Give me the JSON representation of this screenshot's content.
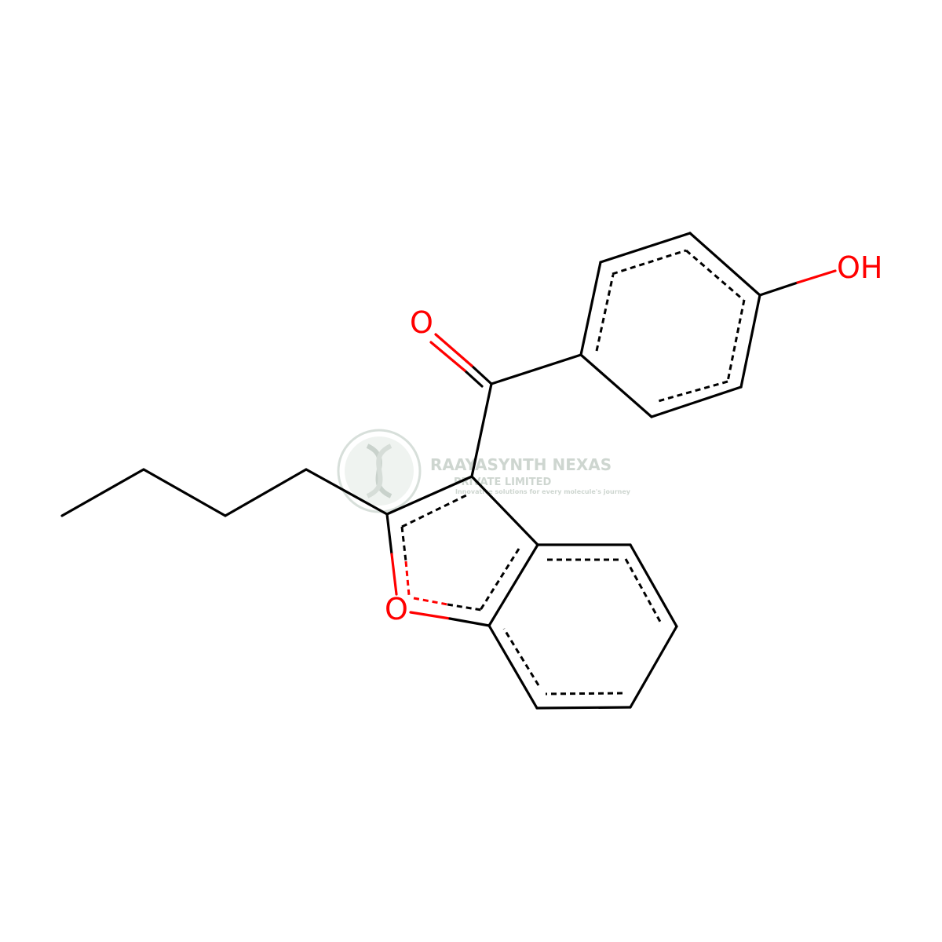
{
  "atoms": {
    "hydroxyl_label": "OH",
    "carbonyl_oxygen_label": "O",
    "furan_oxygen_label": "O"
  },
  "watermark": {
    "company_name": "RAAYASYNTH NEXAS",
    "company_suffix": "PRIVATE LIMITED",
    "tagline": "Innovative solutions for every molecule's journey"
  },
  "colors": {
    "bond": "#000000",
    "heteroatom": "#ff0000",
    "watermark": "#c9d2cc"
  }
}
